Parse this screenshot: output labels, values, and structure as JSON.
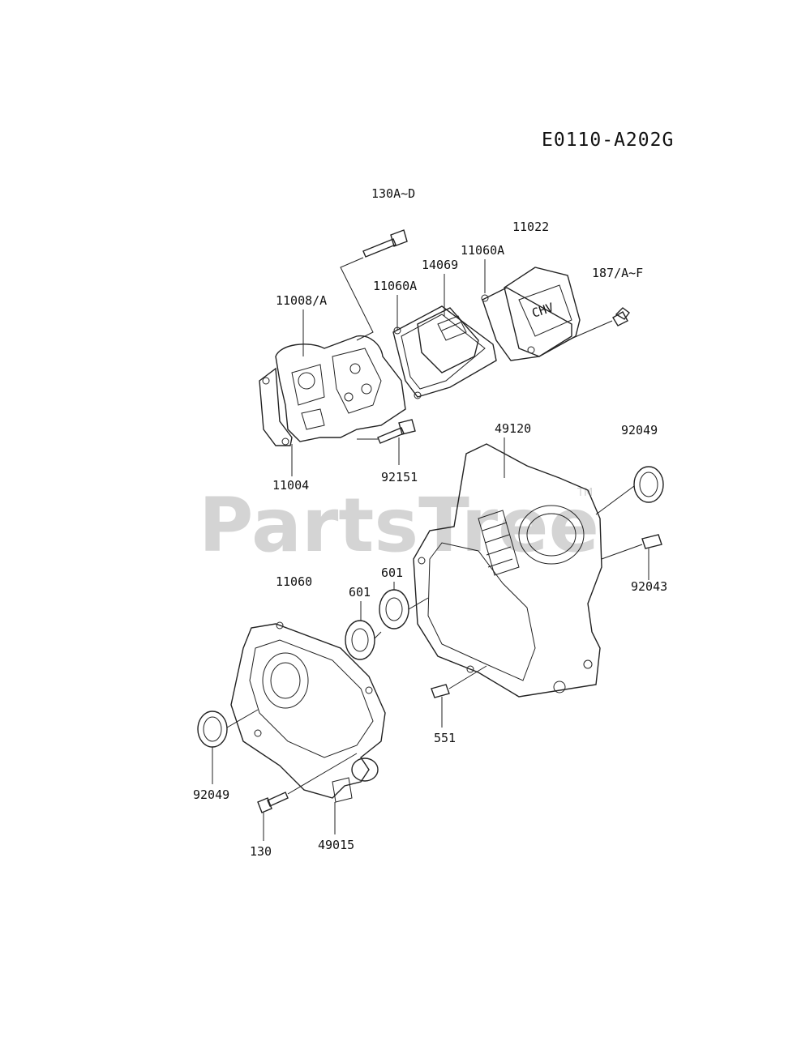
{
  "diagram_code": "E0110-A202G",
  "watermark": {
    "text": "PartsTree",
    "tm": "TM"
  },
  "callouts": [
    {
      "id": "c-130a-d",
      "text": "130A~D"
    },
    {
      "id": "c-11022",
      "text": "11022"
    },
    {
      "id": "c-11060a-right",
      "text": "11060A"
    },
    {
      "id": "c-14069",
      "text": "14069"
    },
    {
      "id": "c-11060a-left",
      "text": "11060A"
    },
    {
      "id": "c-187",
      "text": "187/A~F"
    },
    {
      "id": "c-11008",
      "text": "11008/A"
    },
    {
      "id": "c-11004",
      "text": "11004"
    },
    {
      "id": "c-92151",
      "text": "92151"
    },
    {
      "id": "c-49120",
      "text": "49120"
    },
    {
      "id": "c-92049-top",
      "text": "92049"
    },
    {
      "id": "c-92043",
      "text": "92043"
    },
    {
      "id": "c-11060",
      "text": "11060"
    },
    {
      "id": "c-601-left",
      "text": "601"
    },
    {
      "id": "c-601-right",
      "text": "601"
    },
    {
      "id": "c-551",
      "text": "551"
    },
    {
      "id": "c-92049-bottom",
      "text": "92049"
    },
    {
      "id": "c-130",
      "text": "130"
    },
    {
      "id": "c-49015",
      "text": "49015"
    }
  ],
  "cover_mark": "CHV"
}
